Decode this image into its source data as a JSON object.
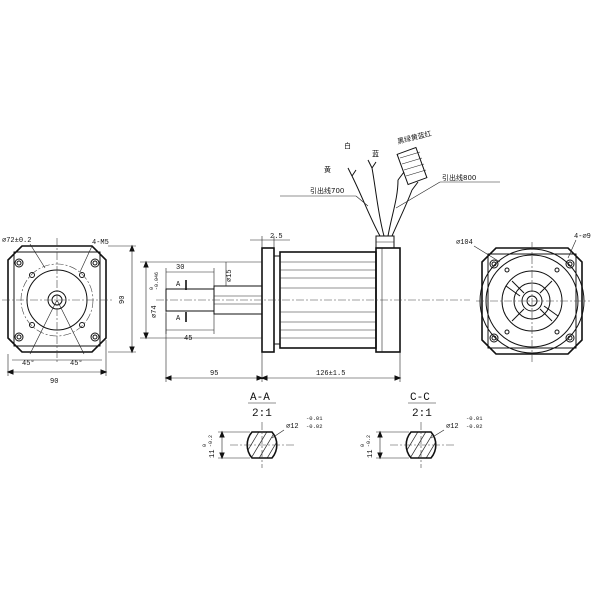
{
  "front_view": {
    "pcd_label": "⌀72±0.2",
    "bolt_label": "4-M5",
    "angle_left": "45°",
    "angle_right": "45°",
    "width_label": "90",
    "height_label": "90"
  },
  "side_view": {
    "pilot_label": "⌀74",
    "pilot_tol_upper": "0",
    "pilot_tol_lower": "-0.046",
    "shaft_len_label": "30",
    "shaft_dia_label": "⌀15",
    "key_len_label": "45",
    "flange_label": "2.5",
    "shaft_total_label": "95",
    "body_len_label": "126±1.5",
    "section_marker_top": "A",
    "section_marker_bottom": "A"
  },
  "wires": {
    "colors_group": "黑绿黄蓝红",
    "yellow": "黄",
    "white": "白",
    "blue": "蓝",
    "lead1_label": "引出线700",
    "lead2_label": "引出线800"
  },
  "rear_view": {
    "dia_label": "⌀104",
    "hole_label": "4-⌀9"
  },
  "section_aa": {
    "title": "A-A",
    "scale": "2:1",
    "dia_label": "⌀12",
    "tol_upper": "-0.01",
    "tol_lower": "-0.02",
    "flat_label": "11",
    "flat_tol_upper": "0",
    "flat_tol_lower": "-0.2"
  },
  "section_cc": {
    "title": "C-C",
    "scale": "2:1",
    "dia_label": "⌀12",
    "tol_upper": "-0.01",
    "tol_lower": "-0.02",
    "flat_label": "11",
    "flat_tol_upper": "0",
    "flat_tol_lower": "-0.2"
  }
}
